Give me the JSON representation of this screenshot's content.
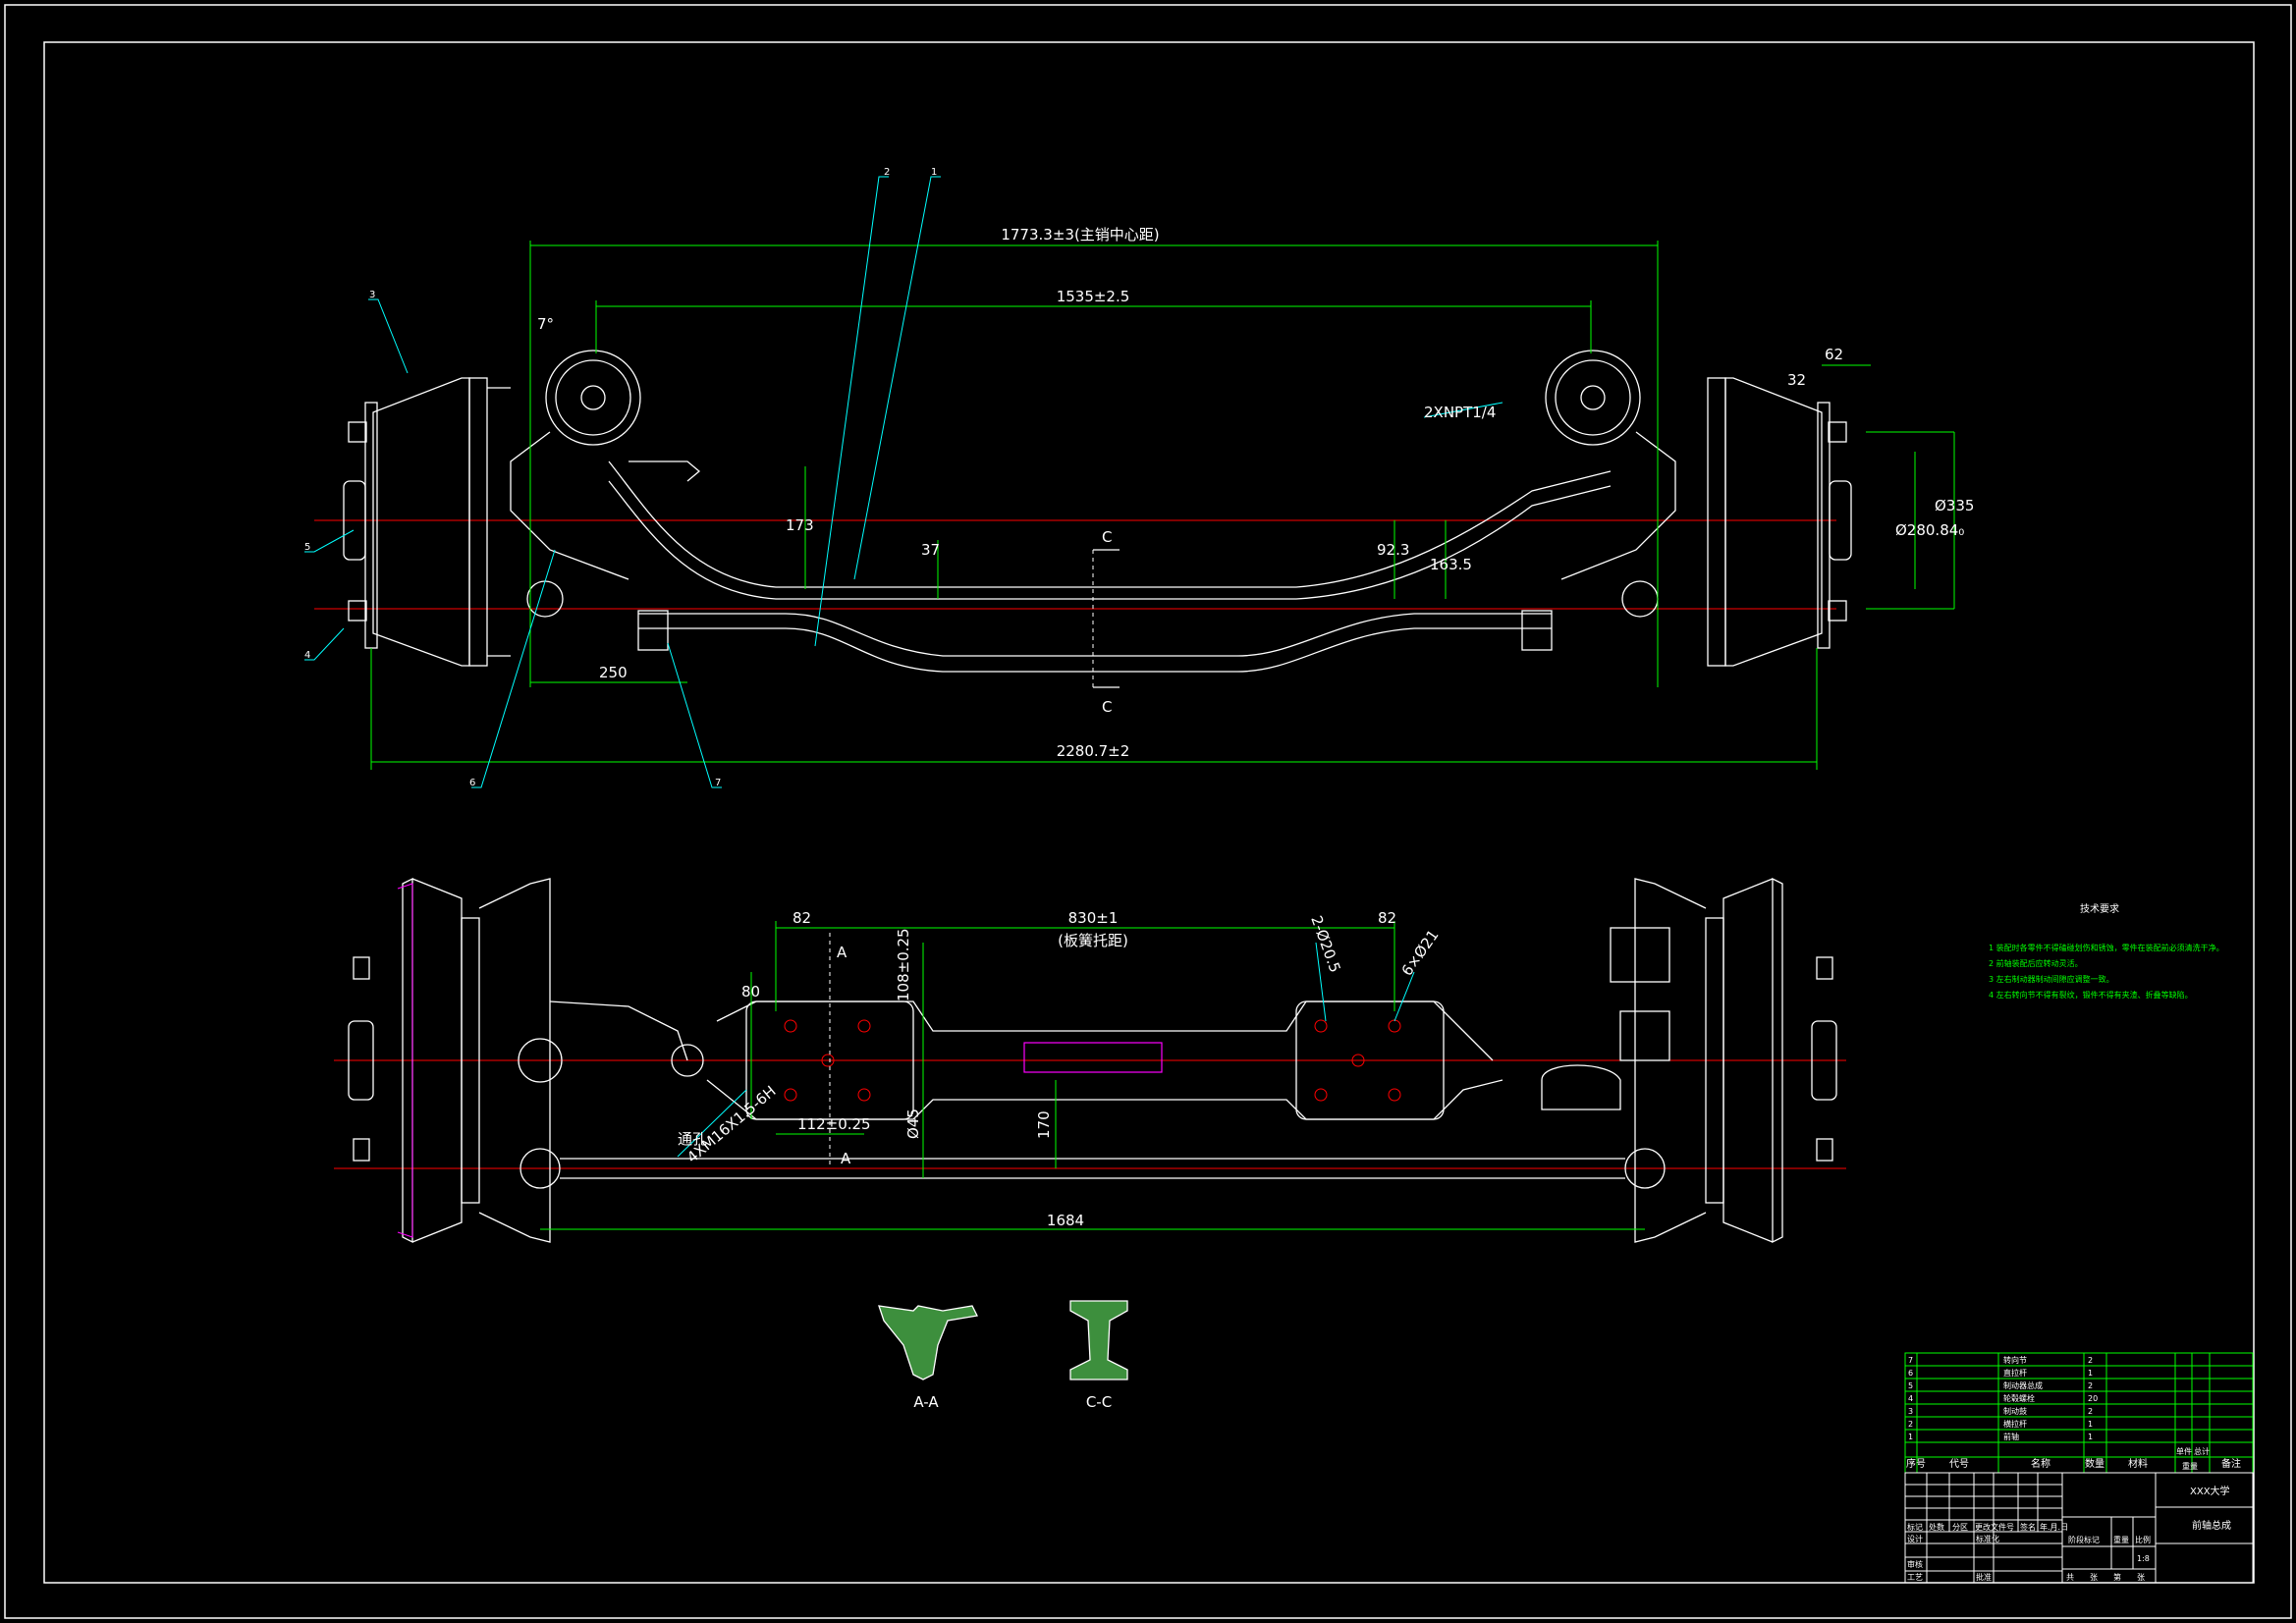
{
  "colors": {
    "background": "#000000",
    "outline": "#ffffff",
    "dimension": "#00ff00",
    "leader": "#00ffff",
    "centerline": "#ff0000",
    "section": "#ff00ff",
    "hatch": "#3d8f3d"
  },
  "top_view": {
    "dim_kingpin_center": "1773.3±3(主销中心距)",
    "dim_spring_pad_center": "1535±2.5",
    "dim_total_width": "2280.7±2",
    "dim_173": "173",
    "dim_37": "37",
    "dim_92_3": "92.3",
    "dim_163_5": "163.5",
    "dim_250": "250",
    "dim_angle": "7°",
    "dim_62": "62",
    "dim_32": "32",
    "dim_dia_280": "Ø280.84₀",
    "dim_dia_335": "Ø335",
    "note_thread": "2XNPT1/4",
    "section_mark_top": "C",
    "section_mark_bottom": "C",
    "callouts": [
      "1",
      "2",
      "3",
      "4",
      "5",
      "6",
      "7"
    ]
  },
  "bottom_view": {
    "dim_830": "830±1",
    "dim_830_note": "(板簧托距)",
    "dim_82_left": "82",
    "dim_82_right": "82",
    "dim_80": "80",
    "dim_108": "108±0.25",
    "dim_112": "112±0.25",
    "dim_45": "Ø45",
    "dim_170": "170",
    "dim_1684": "1684",
    "hole_note": "2-Ø20.5",
    "hole_note_2": "6×Ø21",
    "thread_note": "通孔",
    "thread_note_2": "4XM16X1.5-6H",
    "section_mark_top": "A",
    "section_mark_bottom": "A"
  },
  "sections": {
    "aa_label": "A-A",
    "cc_label": "C-C"
  },
  "requirements": {
    "title": "技术要求",
    "items": [
      "1 装配时各零件不得磕碰划伤和锈蚀，零件在装配前必须清洗干净。",
      "2 前轴装配后应转动灵活。",
      "3 左右制动器制动间隙应调整一致。",
      "4 左右转向节不得有裂纹，锻件不得有夹渣、折叠等缺陷。"
    ]
  },
  "parts_list": {
    "rows": [
      {
        "no": "7",
        "name": "转向节",
        "qty": "2"
      },
      {
        "no": "6",
        "name": "直拉杆",
        "qty": "1"
      },
      {
        "no": "5",
        "name": "制动器总成",
        "qty": "2"
      },
      {
        "no": "4",
        "name": "轮毂螺栓",
        "qty": "20"
      },
      {
        "no": "3",
        "name": "制动鼓",
        "qty": "2"
      },
      {
        "no": "2",
        "name": "横拉杆",
        "qty": "1"
      },
      {
        "no": "1",
        "name": "前轴",
        "qty": "1"
      }
    ],
    "header": {
      "no": "序号",
      "code": "代号",
      "name": "名称",
      "qty": "数量",
      "material": "材料",
      "weight_single": "单件",
      "weight_total": "总计",
      "weight": "重量",
      "remark": "备注"
    }
  },
  "title_block": {
    "school": "XXX大学",
    "drawing_name": "前轴总成",
    "labels": [
      "标记",
      "处数",
      "分区",
      "更改文件号",
      "签名",
      "年.月.日"
    ],
    "labels_2": [
      "设计",
      "标准化",
      "阶段标记",
      "重量",
      "比例"
    ],
    "labels_3": [
      "审核",
      "工艺",
      "批准"
    ],
    "scale": "1:8",
    "sheet": [
      "共",
      "张",
      "第",
      "张"
    ]
  }
}
